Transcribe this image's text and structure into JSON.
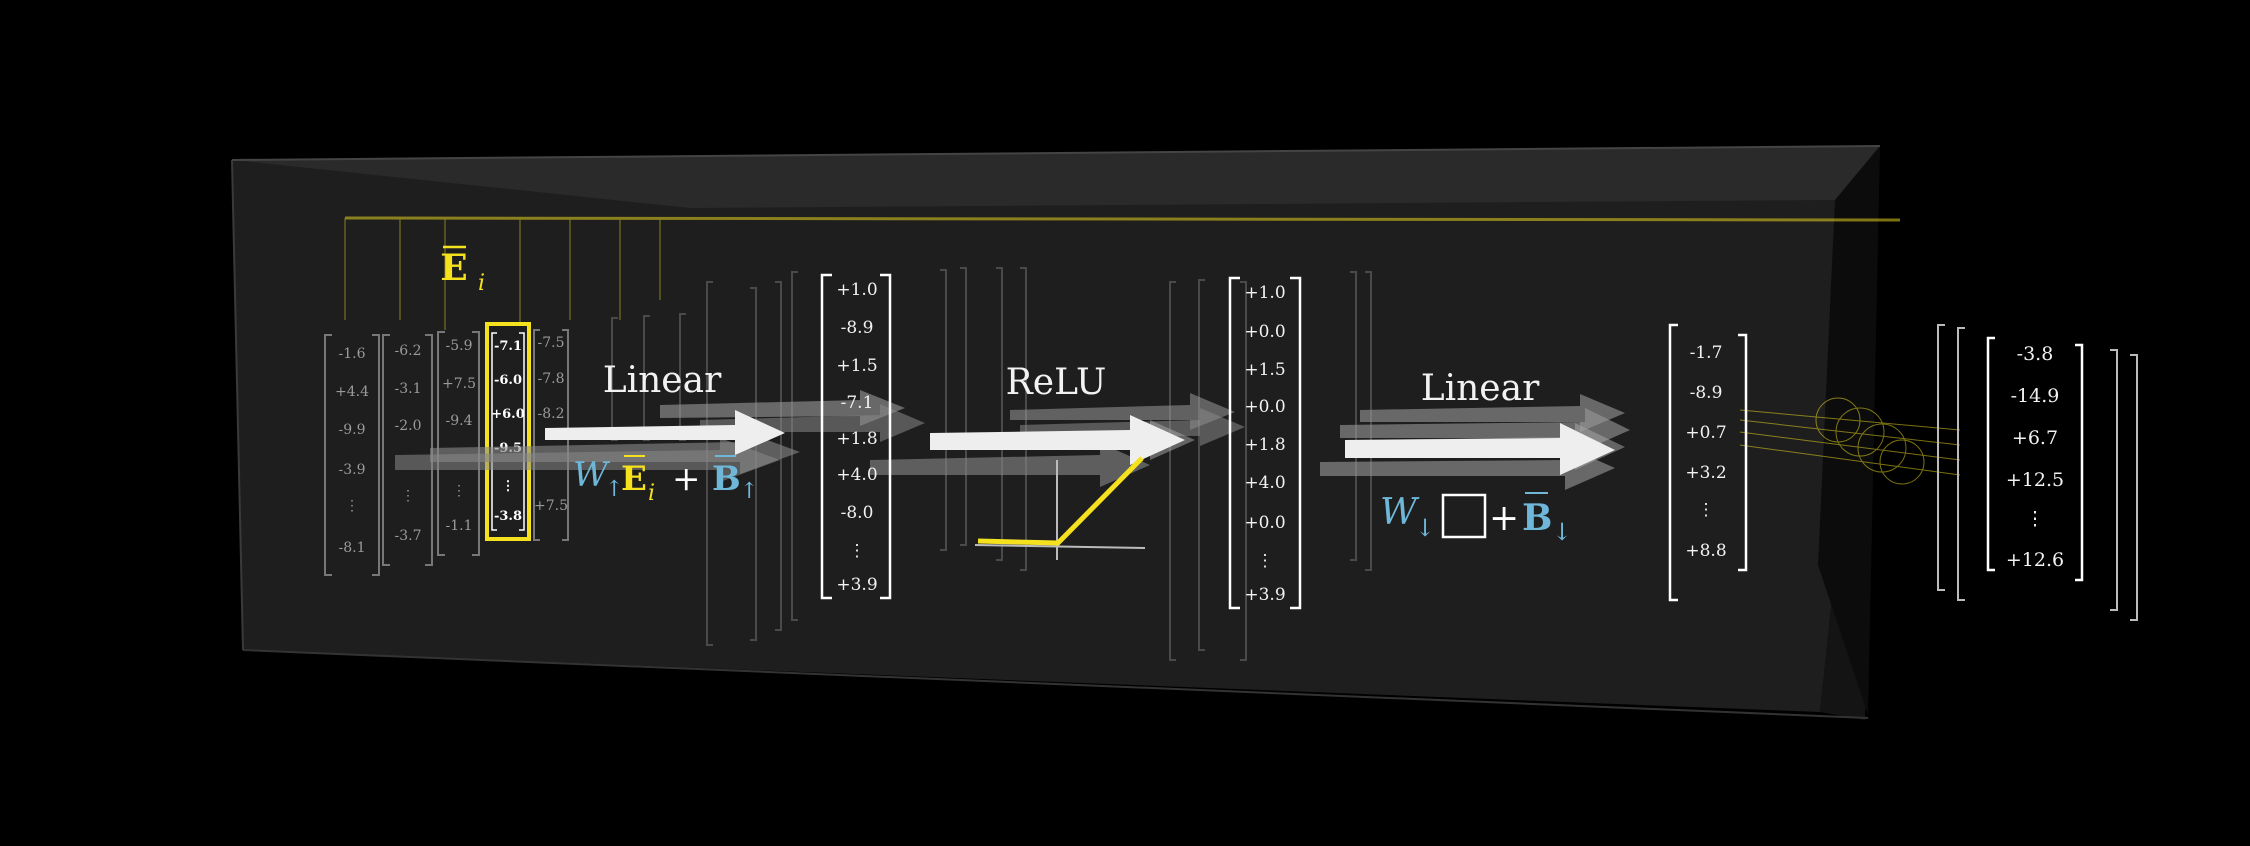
{
  "diagram": {
    "input_symbol": "E",
    "input_symbol_sub": "i",
    "stages": [
      {
        "label": "Linear",
        "formula": {
          "w": "W",
          "w_sub": "↑",
          "e": "E",
          "e_sub": "i",
          "plus": "+",
          "b": "B",
          "b_sub": "↑"
        }
      },
      {
        "label": "ReLU"
      },
      {
        "label": "Linear",
        "formula": {
          "w": "W",
          "w_sub": "↓",
          "plus": "+",
          "b": "B",
          "b_sub": "↓"
        }
      }
    ],
    "input_vectors": [
      {
        "values": [
          "-1.6",
          "+4.4",
          "-9.9",
          "-3.9",
          "⋮",
          "-8.1"
        ]
      },
      {
        "values": [
          "-6.2",
          "-3.1",
          "-2.0",
          "⋮",
          "-3.7"
        ]
      },
      {
        "values": [
          "-5.9",
          "+7.5",
          "-9.4",
          "⋮",
          "-1.1"
        ]
      },
      {
        "values": [
          "-7.1",
          "-6.0",
          "+6.0",
          "-9.5",
          "⋮",
          "-3.8"
        ],
        "highlighted": true
      },
      {
        "values": [
          "-7.5",
          "-7.8",
          "-8.2",
          "+7.5"
        ]
      }
    ],
    "hidden_vector": [
      "+1.0",
      "-8.9",
      "+1.5",
      "-7.1",
      "+1.8",
      "+4.0",
      "-8.0",
      "⋮",
      "+3.9"
    ],
    "relu_vector": [
      "+1.0",
      "+0.0",
      "+1.5",
      "+0.0",
      "+1.8",
      "+4.0",
      "+0.0",
      "⋮",
      "+3.9"
    ],
    "output_vector": [
      "-1.7",
      "-8.9",
      "+0.7",
      "+3.2",
      "⋮",
      "+8.8"
    ],
    "final_vector": [
      "-3.8",
      "-14.9",
      "+6.7",
      "+12.5",
      "⋮",
      "+12.6"
    ],
    "colors": {
      "background": "#000000",
      "box_face": "#1e1e1e",
      "box_top": "#2c2c2c",
      "highlight": "#f5e11e",
      "accent_blue": "#6fb7d9",
      "text": "#f2f2f2",
      "arrow": "#d9d9d9"
    }
  }
}
